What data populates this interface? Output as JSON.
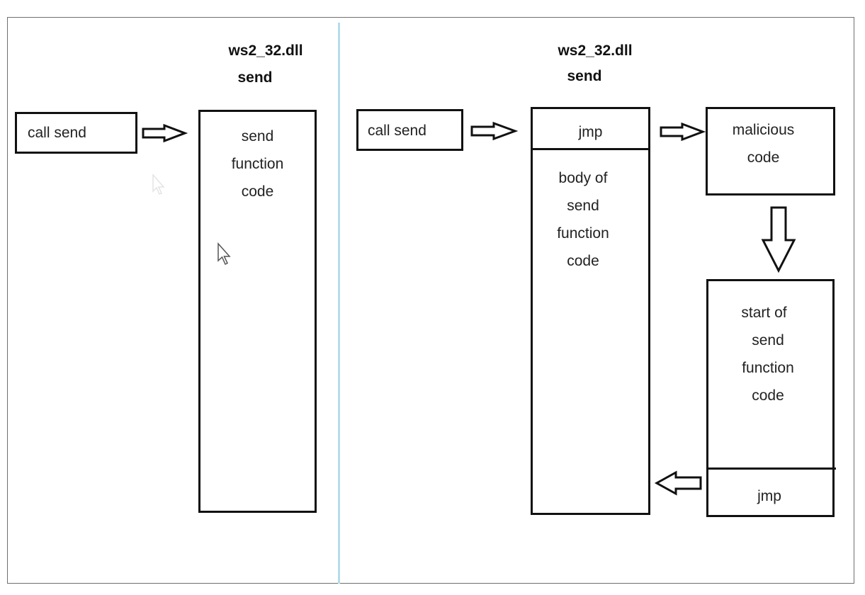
{
  "left_panel": {
    "dll_name": "ws2_32.dll",
    "func_name": "send",
    "caller_label": "call send",
    "func_body_lines": [
      "send",
      "function",
      "code"
    ]
  },
  "right_panel": {
    "dll_name": "ws2_32.dll",
    "func_name": "send",
    "caller_label": "call send",
    "jmp_top_label": "jmp",
    "body_lines": [
      "body of",
      "send",
      "function",
      "code"
    ],
    "malicious_lines": [
      "malicious",
      "code"
    ],
    "start_lines": [
      "start of",
      "send",
      "function",
      "code"
    ],
    "jmp_bottom_label": "jmp"
  },
  "icons": {
    "arrow_right": "arrow-right-icon",
    "arrow_down": "arrow-down-icon",
    "arrow_left": "arrow-left-icon",
    "cursor": "mouse-cursor-icon"
  }
}
